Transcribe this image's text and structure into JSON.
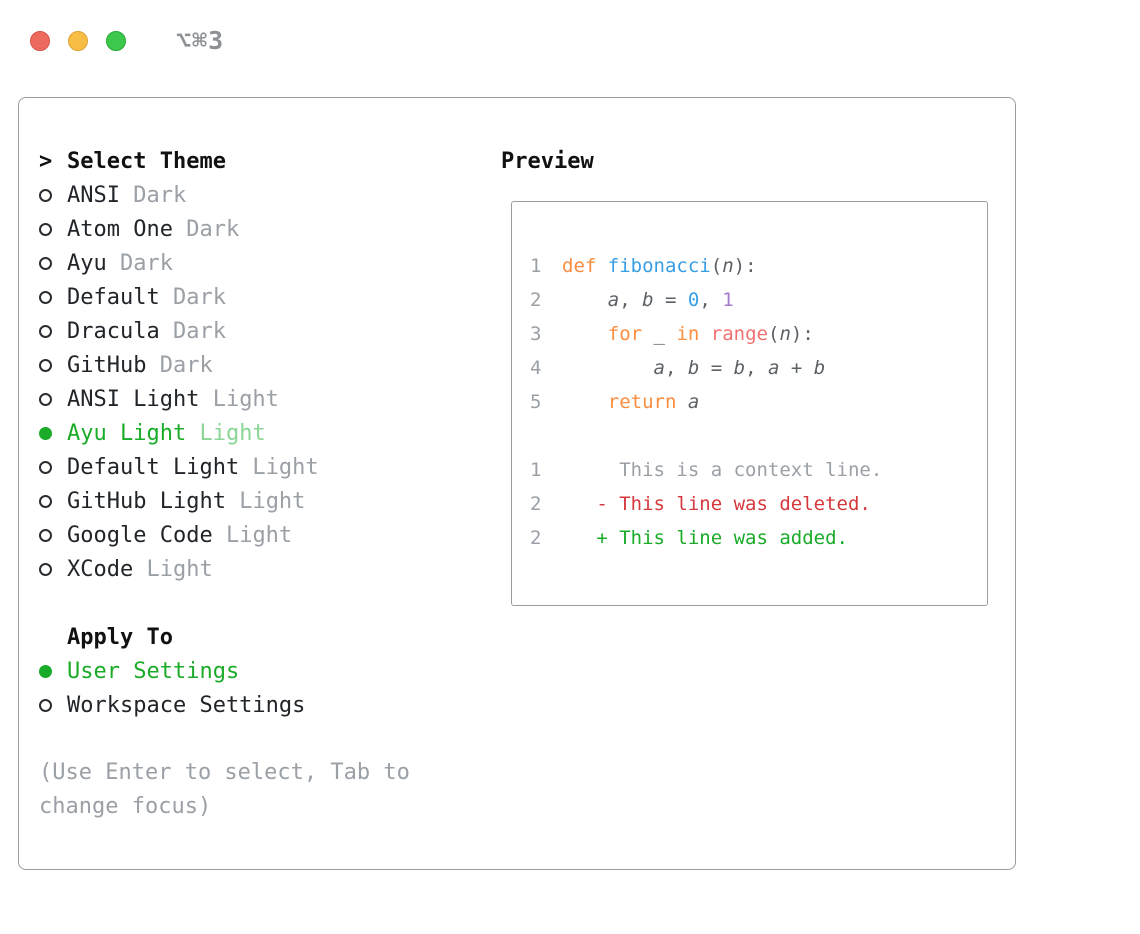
{
  "window": {
    "shortcut": "⌥⌘3",
    "traffic_lights": [
      "close",
      "minimize",
      "zoom"
    ]
  },
  "theme_selector": {
    "cursor": ">",
    "title": "Select Theme",
    "items": [
      {
        "name": "ANSI",
        "variant": "Dark",
        "selected": false
      },
      {
        "name": "Atom One",
        "variant": "Dark",
        "selected": false
      },
      {
        "name": "Ayu",
        "variant": "Dark",
        "selected": false
      },
      {
        "name": "Default",
        "variant": "Dark",
        "selected": false
      },
      {
        "name": "Dracula",
        "variant": "Dark",
        "selected": false
      },
      {
        "name": "GitHub",
        "variant": "Dark",
        "selected": false
      },
      {
        "name": "ANSI Light",
        "variant": "Light",
        "selected": false
      },
      {
        "name": "Ayu Light",
        "variant": "Light",
        "selected": true
      },
      {
        "name": "Default Light",
        "variant": "Light",
        "selected": false
      },
      {
        "name": "GitHub Light",
        "variant": "Light",
        "selected": false
      },
      {
        "name": "Google Code",
        "variant": "Light",
        "selected": false
      },
      {
        "name": "XCode",
        "variant": "Light",
        "selected": false
      }
    ]
  },
  "apply_to": {
    "title": "Apply To",
    "options": [
      {
        "label": "User Settings",
        "selected": true
      },
      {
        "label": "Workspace Settings",
        "selected": false
      }
    ]
  },
  "hint": "(Use Enter to select, Tab to change focus)",
  "preview": {
    "title": "Preview",
    "code_lines": [
      {
        "num": "1",
        "tokens": [
          {
            "t": "def",
            "s": "kw"
          },
          {
            "t": " ",
            "s": "p"
          },
          {
            "t": "fibonacci",
            "s": "fn"
          },
          {
            "t": "(",
            "s": "p"
          },
          {
            "t": "n",
            "s": "it"
          },
          {
            "t": "):",
            "s": "p"
          }
        ]
      },
      {
        "num": "2",
        "tokens": [
          {
            "t": "    ",
            "s": "p"
          },
          {
            "t": "a",
            "s": "it"
          },
          {
            "t": ", ",
            "s": "p"
          },
          {
            "t": "b",
            "s": "it"
          },
          {
            "t": " = ",
            "s": "p"
          },
          {
            "t": "0",
            "s": "n1"
          },
          {
            "t": ", ",
            "s": "p"
          },
          {
            "t": "1",
            "s": "n2"
          }
        ]
      },
      {
        "num": "3",
        "tokens": [
          {
            "t": "    ",
            "s": "p"
          },
          {
            "t": "for",
            "s": "kw"
          },
          {
            "t": " ",
            "s": "p"
          },
          {
            "t": "_",
            "s": "it"
          },
          {
            "t": " ",
            "s": "p"
          },
          {
            "t": "in",
            "s": "kw"
          },
          {
            "t": " ",
            "s": "p"
          },
          {
            "t": "range",
            "s": "bi"
          },
          {
            "t": "(",
            "s": "p"
          },
          {
            "t": "n",
            "s": "it"
          },
          {
            "t": "):",
            "s": "p"
          }
        ]
      },
      {
        "num": "4",
        "tokens": [
          {
            "t": "        ",
            "s": "p"
          },
          {
            "t": "a",
            "s": "it"
          },
          {
            "t": ", ",
            "s": "p"
          },
          {
            "t": "b",
            "s": "it"
          },
          {
            "t": " = ",
            "s": "p"
          },
          {
            "t": "b",
            "s": "it"
          },
          {
            "t": ", ",
            "s": "p"
          },
          {
            "t": "a",
            "s": "it"
          },
          {
            "t": " + ",
            "s": "p"
          },
          {
            "t": "b",
            "s": "it"
          }
        ]
      },
      {
        "num": "5",
        "tokens": [
          {
            "t": "    ",
            "s": "p"
          },
          {
            "t": "return",
            "s": "kw"
          },
          {
            "t": " ",
            "s": "p"
          },
          {
            "t": "a",
            "s": "it"
          }
        ]
      }
    ],
    "diff_lines": [
      {
        "num": "1",
        "type": "context",
        "text": "     This is a context line."
      },
      {
        "num": "2",
        "type": "deleted",
        "text": "   - This line was deleted."
      },
      {
        "num": "2",
        "type": "added",
        "text": "   + This line was added."
      }
    ]
  },
  "colors": {
    "accent": "#1aab29",
    "accent-light": "#8bd595",
    "muted": "#9aa0a6",
    "text": "#212529",
    "code-fg": "#5c6166",
    "border": "#999da2",
    "kw": "#fa8d3e",
    "fn": "#399ee6",
    "bi": "#f07171",
    "n1": "#399ee6",
    "n2": "#a37acc",
    "deleted": "#d5393e",
    "added": "#1aab29"
  }
}
